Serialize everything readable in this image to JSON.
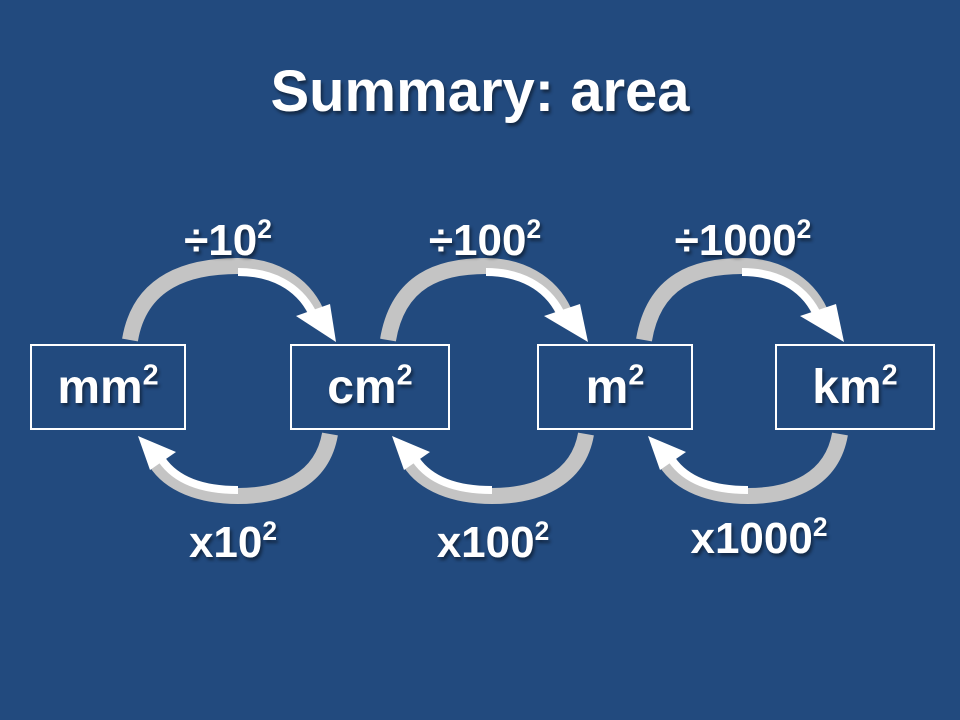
{
  "title": "Summary: area",
  "units": [
    {
      "base": "mm",
      "exp": "2"
    },
    {
      "base": "cm",
      "exp": "2"
    },
    {
      "base": "m",
      "exp": "2"
    },
    {
      "base": "km",
      "exp": "2"
    }
  ],
  "divide_ops": [
    {
      "base": "÷10",
      "exp": "2"
    },
    {
      "base": "÷100",
      "exp": "2"
    },
    {
      "base": "÷1000",
      "exp": "2"
    }
  ],
  "multiply_ops": [
    {
      "base": "x10",
      "exp": "2"
    },
    {
      "base": "x100",
      "exp": "2"
    },
    {
      "base": "x1000",
      "exp": "2"
    }
  ],
  "colors": {
    "background": "#224a7e",
    "arrow": "#ffffff",
    "arrow_shade": "#c4c4c4"
  }
}
